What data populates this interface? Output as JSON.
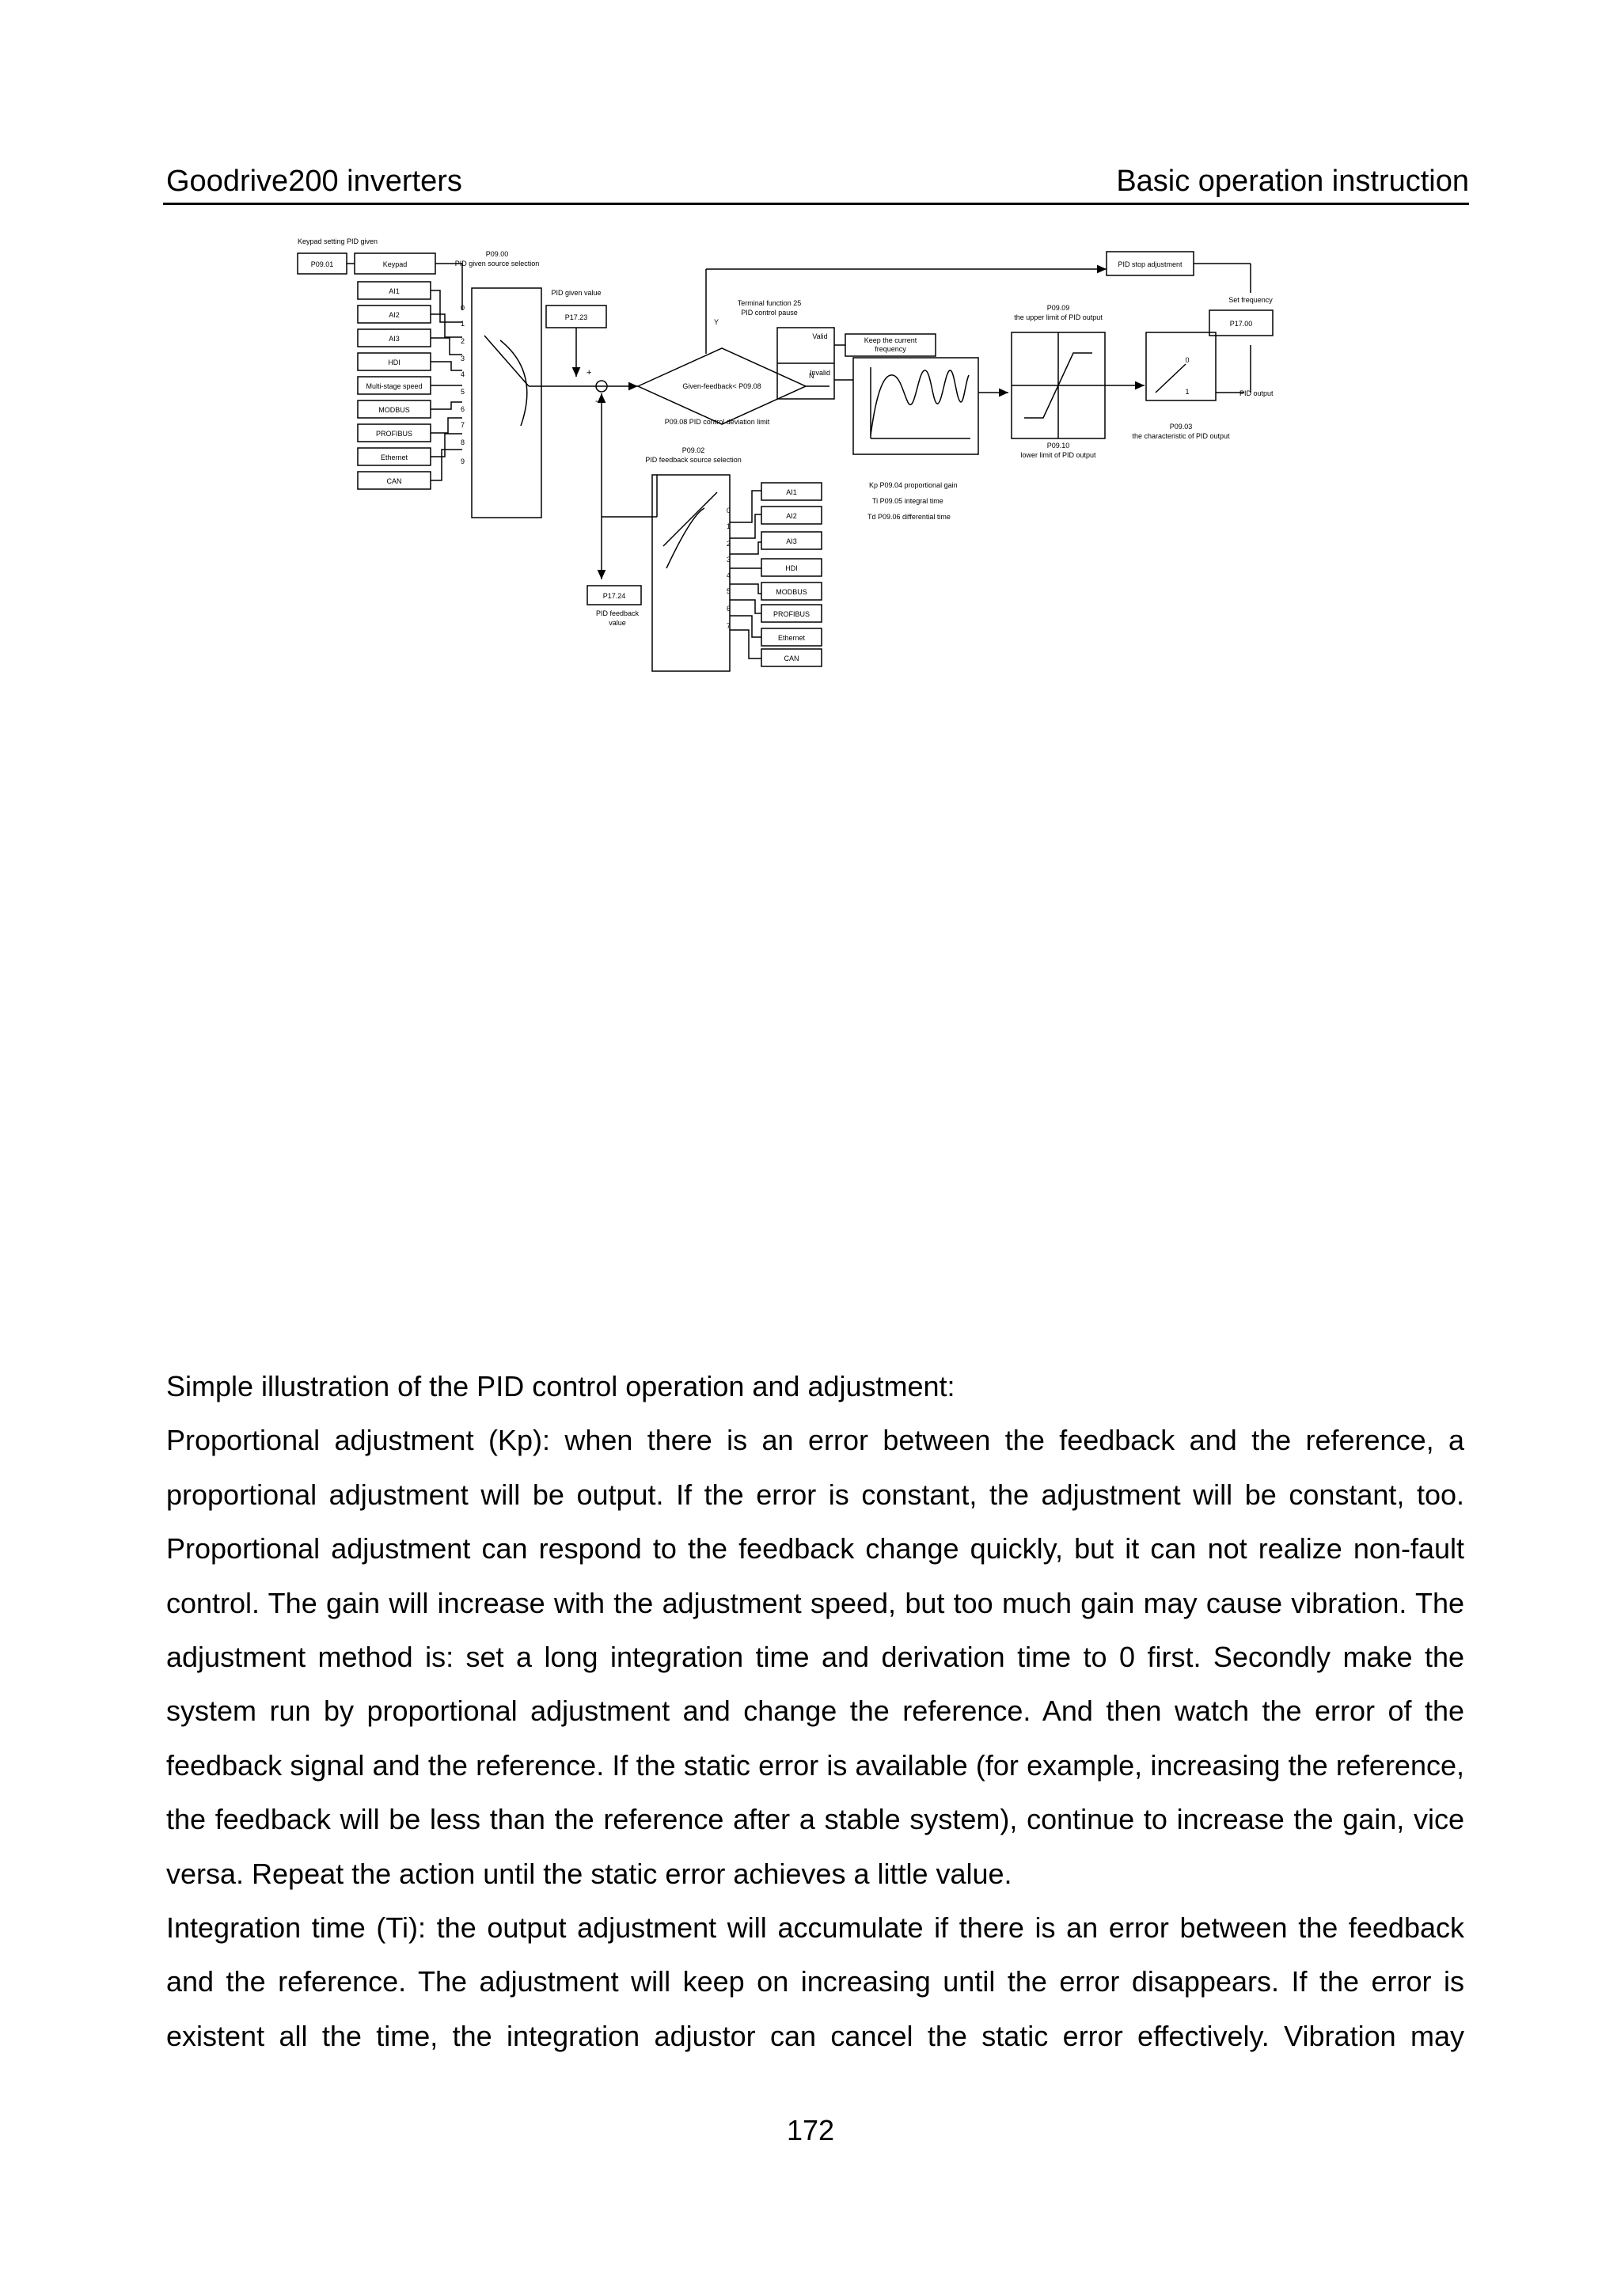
{
  "header": {
    "left": "Goodrive200 inverters",
    "right": "Basic operation instruction"
  },
  "diagram": {
    "keypad_setting_title": "Keypad setting PID given",
    "p0901": "P09.01",
    "keypad": "Keypad",
    "p0900_code": "P09.00",
    "p0900_desc": "PID given source selection",
    "given_sources": [
      "AI1",
      "AI2",
      "AI3",
      "HDI",
      "Multi-stage speed",
      "MODBUS",
      "PROFIBUS",
      "Ethernet",
      "CAN"
    ],
    "given_numbers": [
      "0",
      "1",
      "2",
      "3",
      "4",
      "5",
      "6",
      "7",
      "8",
      "9"
    ],
    "pid_given_value": "PID given value",
    "p1723": "P17.23",
    "plus": "+",
    "minus": "-",
    "terminal_function_line1": "Terminal function 25",
    "terminal_function_line2": "PID control pause",
    "y_label": "Y",
    "n_label": "N",
    "diamond_label": "Given-feedback< P09.08",
    "deviation_limit": "P09.08  PID control deviation limit",
    "valid": "Valid",
    "invalid": "Invalid",
    "keep_freq_line1": "Keep the current",
    "keep_freq_line2": "frequency",
    "pid_stop_adjustment": "PID stop adjustment",
    "p0909_code": "P09.09",
    "p0909_desc": "the upper limit of PID output",
    "p0910_code": "P09.10",
    "p0910_desc": "lower limit of PID output",
    "set_frequency": "Set frequency",
    "p1700": "P17.00",
    "switch_0": "0",
    "switch_1": "1",
    "pid_output": "PID output",
    "p0903_code": "P09.03",
    "p0903_desc": "the characteristic of PID output",
    "p0902_code": "P09.02",
    "p0902_desc": "PID feedback source selection",
    "kp_line": "Kp P09.04 proportional gain",
    "ti_line": "Ti  P09.05  integral time",
    "td_line": "Td P09.06  differential time",
    "feedback_sources": [
      "AI1",
      "AI2",
      "AI3",
      "HDI",
      "MODBUS",
      "PROFIBUS",
      "Ethernet",
      "CAN"
    ],
    "feedback_numbers": [
      "0",
      "1",
      "2",
      "3",
      "4",
      "5",
      "6",
      "7"
    ],
    "p1724": "P17.24",
    "pid_feedback_value_line1": "PID feedback",
    "pid_feedback_value_line2": "value"
  },
  "body": {
    "paragraphs": [
      "Simple illustration of the PID control operation and adjustment:",
      "Proportional adjustment (Kp): when there is an error between the feedback and the reference, a proportional adjustment will be output. If the error is constant, the adjustment will be constant, too. Proportional adjustment can respond to the feedback change quickly, but it can not realize non-fault control. The gain will increase with the adjustment speed, but too much gain may cause vibration. The adjustment method is: set a long integration time and derivation time to 0 first. Secondly make the system run by proportional adjustment and change the reference. And then watch the error of the feedback signal and the reference. If the static error is available (for example, increasing the reference, the feedback will be less than the reference after a stable system), continue to increase the gain, vice versa. Repeat the action until the static error achieves a little value.",
      "Integration time (Ti): the output adjustment will accumulate if there is an error between the feedback and the reference. The adjustment will keep on increasing until the error disappears. If the error is existent all the time, the integration adjustor can cancel the static error effectively. Vibration may"
    ]
  },
  "page_number": "172"
}
